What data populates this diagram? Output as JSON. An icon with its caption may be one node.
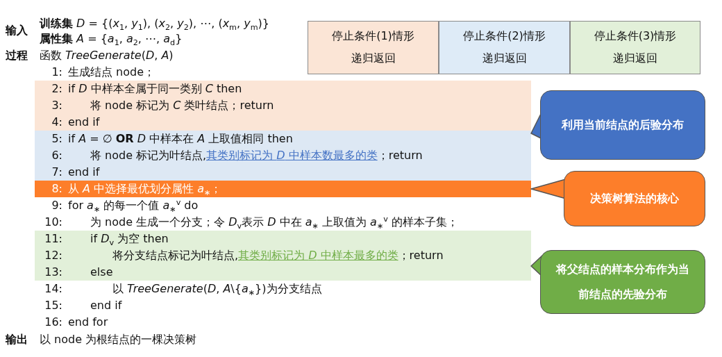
{
  "diagram": {
    "nodes": [
      {
        "text": [
          "停止条件(1)情形",
          "递归返回"
        ]
      },
      {
        "text": [
          "停止条件(2)情形",
          "递归返回"
        ]
      },
      {
        "text": [
          "停止条件(3)情形",
          "递归返回"
        ]
      },
      {
        "text": [
          "2:",
          "if *D* 中样本全属于同一类别 *C* then",
          "3:",
          "将 node 标记为 *C* 类叶结点；return",
          "4:",
          "end if"
        ]
      },
      {
        "text": [
          "5:",
          "if *A* = ∅ **OR** *D* 中样本在 *A* 上取值相同 then",
          "6:",
          "将 node 标记为叶结点,",
          "其类别标记为 *D* 中样本数最多的类",
          "；return",
          "7:",
          "end if"
        ]
      },
      {
        "text": [
          "8:",
          "从 *A* 中选择最优划分属性 *a*$_{∗}$；"
        ]
      },
      {
        "text": [
          "11:",
          "if *D*$_{v}$ 为空 then",
          "12:",
          "将分支结点标记为叶结点,",
          "其类别标记为 *D* 中样本最多的类",
          "；return",
          "13:",
          "else"
        ]
      },
      {
        "text": [
          "利用当前结点的后验分布"
        ]
      },
      {
        "text": [
          "决策树算法的核心"
        ]
      },
      {
        "text": [
          "将父结点的样本分布作为当前结点的先验分布"
        ]
      }
    ],
    "edges": [
      {
        "from": 7,
        "to": 4,
        "arrow": "to"
      },
      {
        "from": 8,
        "to": 5,
        "arrow": "to"
      },
      {
        "from": 9,
        "to": 6,
        "arrow": "to"
      }
    ],
    "labels": [
      "输入",
      "**训练集** *D* = {(*x*$_{1}$, *y*$_{1}$), (*x*$_{2}$, *y*$_{2}$), ⋯, (*x*$_{m}$, *y*$_{m}$)}",
      "**属性集** *A* = {*a*$_{1}$, *a*$_{2}$, ⋯, *a*$_{d}$}",
      "过程",
      "函数 *TreeGenerate*(*D*, *A*)",
      "1:",
      "生成结点 node；",
      "9:",
      "for *a*$_{∗}$ 的每一个值 *a*$_{∗}$$^{v}$ do",
      "10:",
      "为 node 生成一个分支；令 *D*$_{v}$表示 *D* 中在 *a*$_{∗}$ 上取值为 *a*$_{∗}$$^{v}$ 的样本子集；",
      "14:",
      "以 *TreeGenerate*(*D*, *A*\\{*a*$_{∗}$})为分支结点",
      "15:",
      "end if",
      "16:",
      "end for",
      "输出",
      "以 node 为根结点的一棵决策树"
    ]
  }
}
